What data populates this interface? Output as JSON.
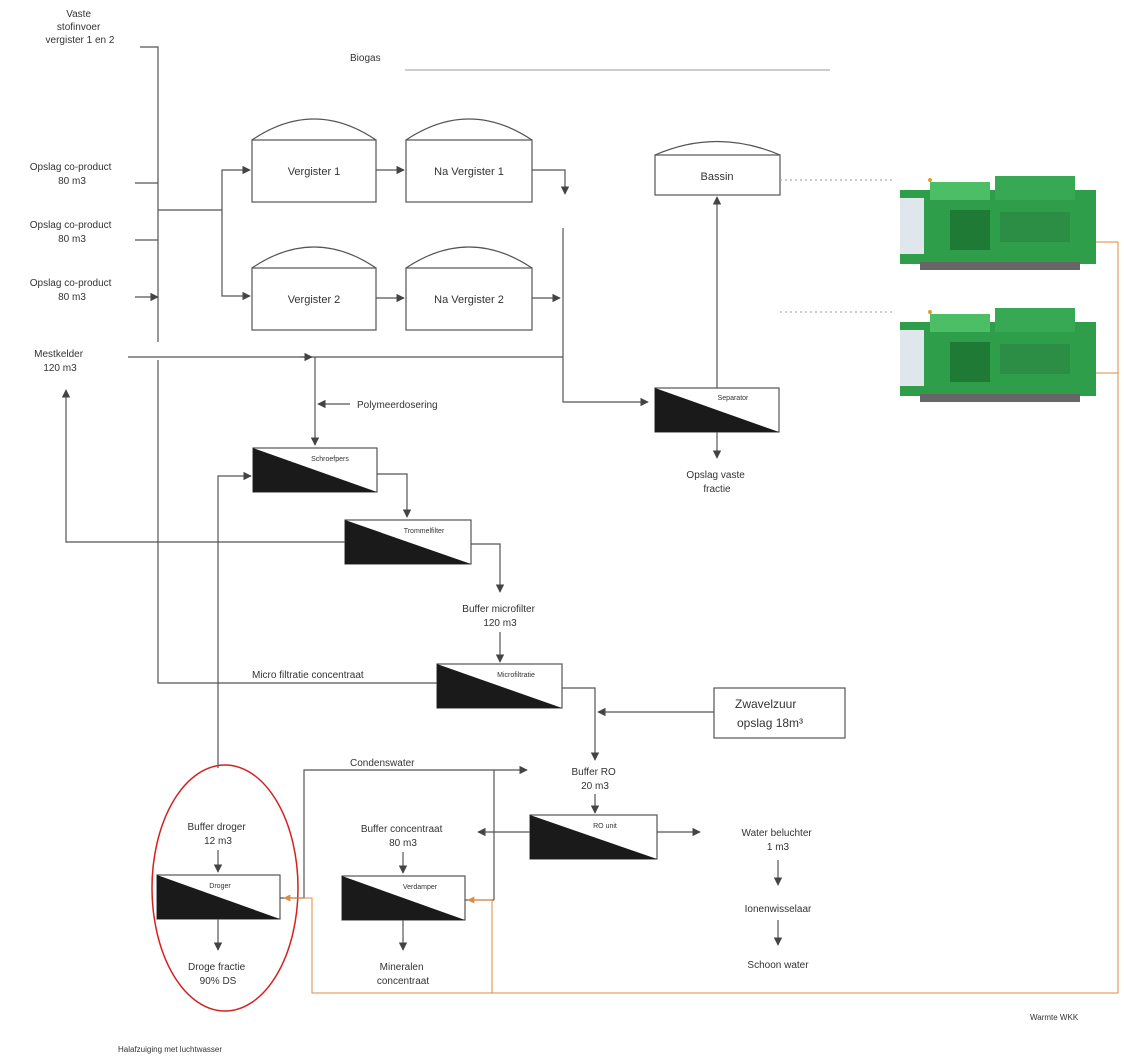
{
  "labels": {
    "vaste_invoer": [
      "Vaste",
      "stofinvoer",
      "vergister 1 en 2"
    ],
    "biogas": "Biogas",
    "opslag1": [
      "Opslag co-product",
      "80 m3"
    ],
    "opslag2": [
      "Opslag co-product",
      "80 m3"
    ],
    "opslag3": [
      "Opslag co-product",
      "80 m3"
    ],
    "mestkelder": [
      "Mestkelder",
      "120 m3"
    ],
    "vergister1": "Vergister 1",
    "navergister1": "Na Vergister 1",
    "vergister2": "Vergister 2",
    "navergister2": "Na Vergister 2",
    "bassin": "Bassin",
    "separator": "Separator",
    "opslag_vaste": [
      "Opslag vaste",
      "fractie"
    ],
    "polymeer": "Polymeerdosering",
    "schroefpers": "Schroefpers",
    "trommelfilter": "Trommelfilter",
    "buffer_micro": [
      "Buffer microfilter",
      "120 m3"
    ],
    "micro_concentraat": "Micro filtratie concentraat",
    "microfiltratie": "Microfiltratie",
    "zwavelzuur": [
      "Zwavelzuur",
      "opslag 18m³"
    ],
    "condenswater": "Condenswater",
    "buffer_ro": [
      "Buffer RO",
      "20 m3"
    ],
    "ro_unit": "RO unit",
    "buffer_droger": [
      "Buffer droger",
      "12 m3"
    ],
    "droger": "Droger",
    "droge_fractie": [
      "Droge fractie",
      "90% DS"
    ],
    "buffer_concentraat": [
      "Buffer concentraat",
      "80 m3"
    ],
    "verdamper": "Verdamper",
    "mineralen": [
      "Mineralen",
      "concentraat"
    ],
    "water_beluchter": [
      "Water beluchter",
      "1 m3"
    ],
    "ionenwisselaar": "Ionenwisselaar",
    "schoon_water": "Schoon water",
    "warmte_wkk": "Warmte WKK",
    "halafzuiging": "Halafzuiging met luchtwasser"
  }
}
